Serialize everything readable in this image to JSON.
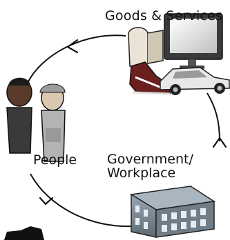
{
  "diagram": {
    "nodes": [
      {
        "id": "goods_services",
        "label": "Goods & Services",
        "icon": "goods-services-icon"
      },
      {
        "id": "people",
        "label": "People",
        "icon": "people-icon"
      },
      {
        "id": "government_workplace",
        "label_lines": [
          "Government/",
          "Workplace"
        ],
        "icon": "government-building-icon"
      }
    ],
    "edges": [
      {
        "from": "goods_services",
        "to": "people",
        "direction": "counterclockwise"
      },
      {
        "from": "people",
        "to": "government_workplace",
        "direction": "counterclockwise"
      },
      {
        "from": "government_workplace",
        "to": "goods_services",
        "direction": "counterclockwise"
      }
    ],
    "colors": {
      "line": "#111111",
      "background": "#ffffff",
      "building": "#7f8f9c",
      "shoe": "#6b1f1f"
    }
  }
}
